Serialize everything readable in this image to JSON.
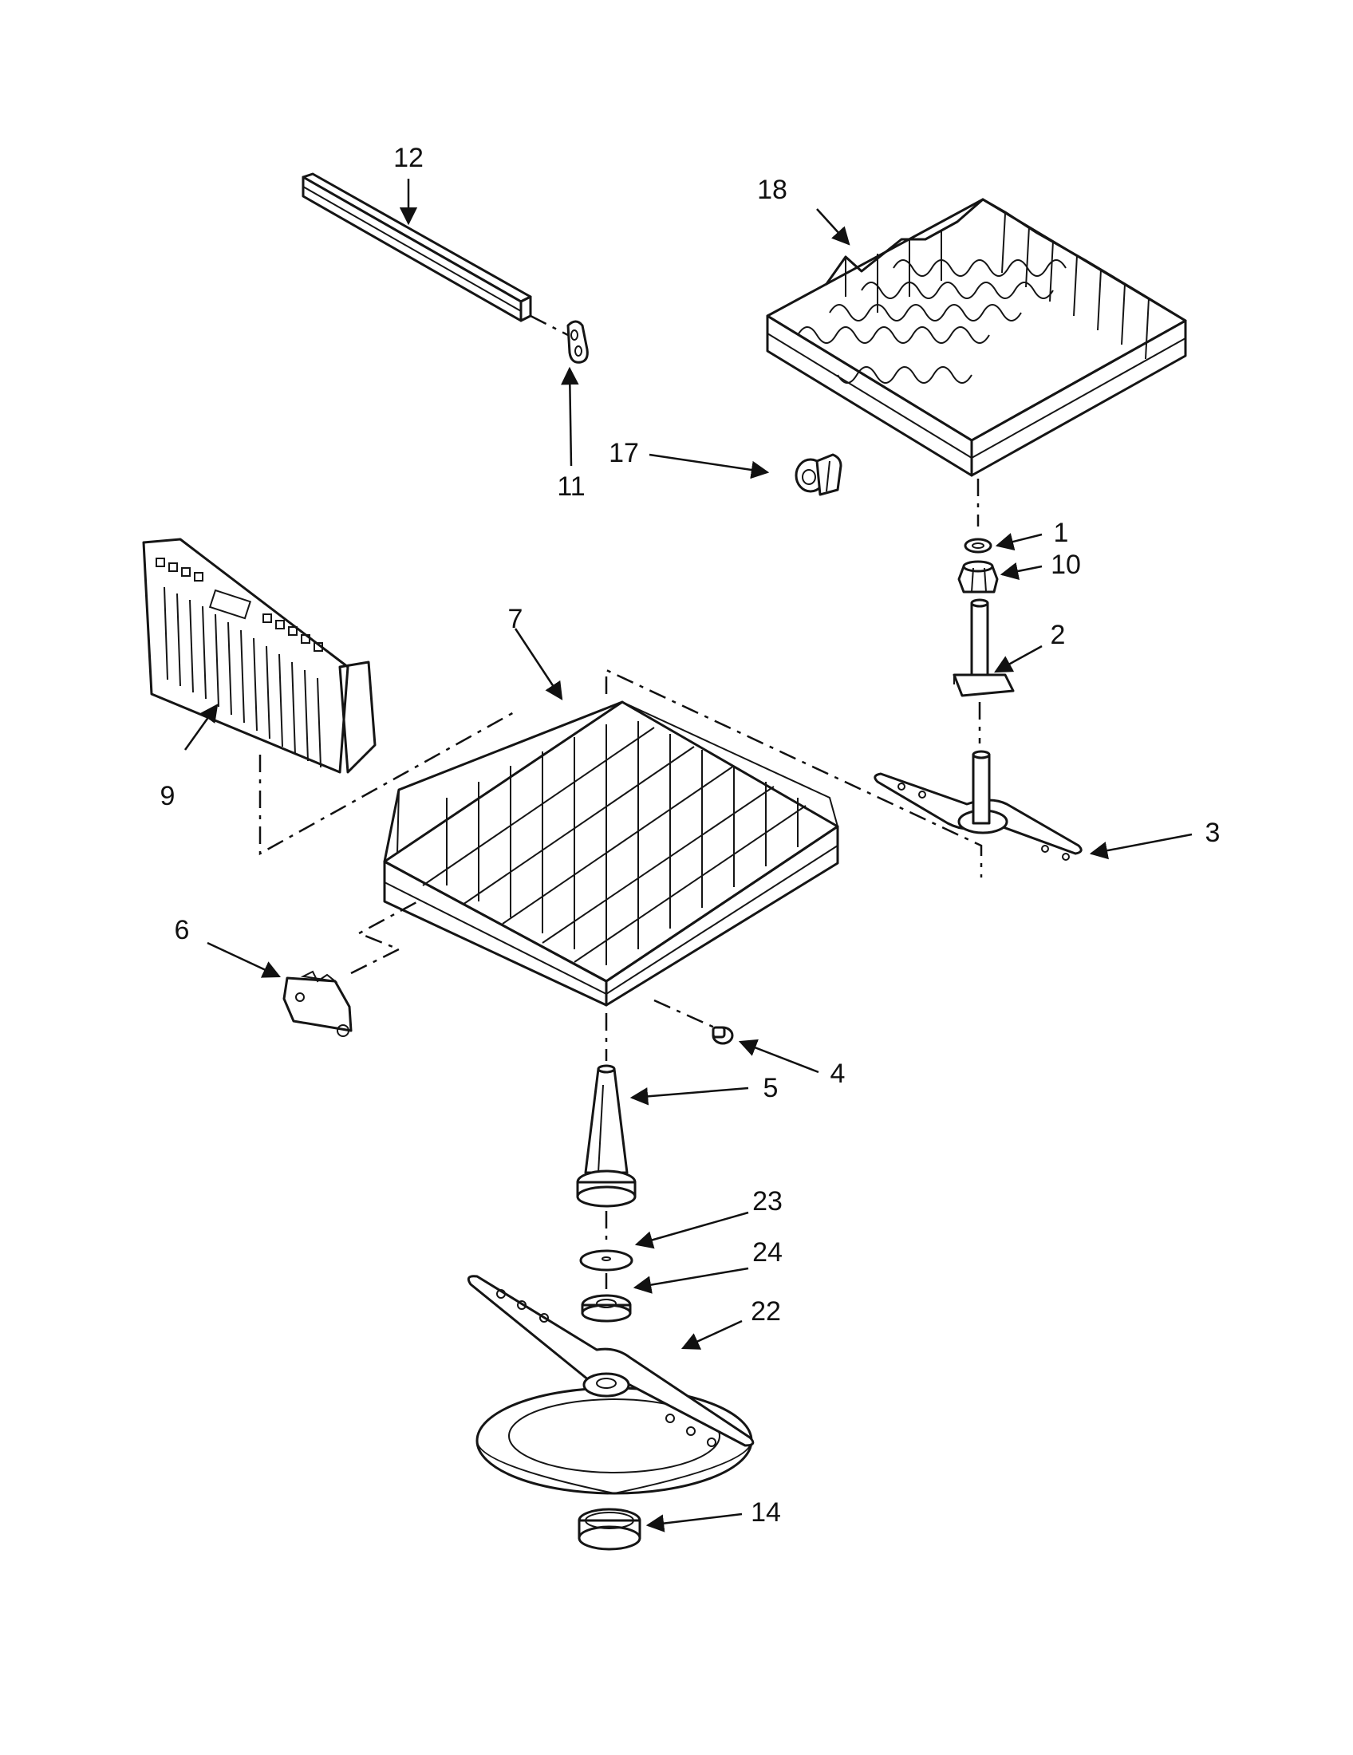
{
  "callouts": {
    "c1": "1",
    "c2": "2",
    "c3": "3",
    "c4": "4",
    "c5": "5",
    "c6": "6",
    "c7": "7",
    "c9": "9",
    "c10": "10",
    "c11": "11",
    "c12": "12",
    "c14": "14",
    "c17": "17",
    "c18": "18",
    "c22": "22",
    "c23": "23",
    "c24": "24"
  }
}
